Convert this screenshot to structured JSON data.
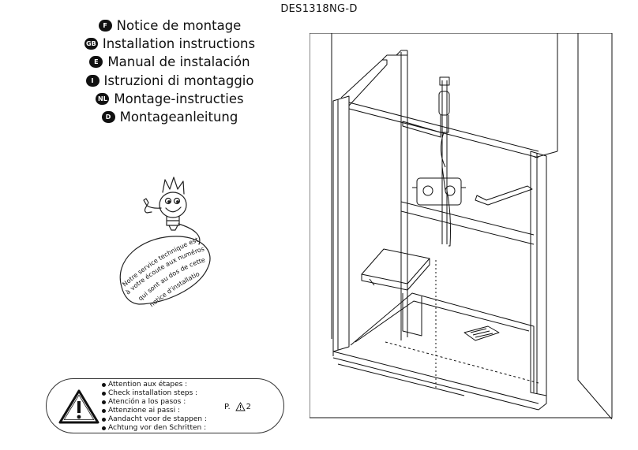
{
  "document": {
    "reference": "DES1318NG-D"
  },
  "titles": [
    {
      "badge": "F",
      "text": "Notice de montage"
    },
    {
      "badge": "GB",
      "text": "Installation instructions"
    },
    {
      "badge": "E",
      "text": "Manual de instalación"
    },
    {
      "badge": "I",
      "text": "Istruzioni di montaggio"
    },
    {
      "badge": "NL",
      "text": "Montage-instructies"
    },
    {
      "badge": "D",
      "text": "Montageanleitung"
    }
  ],
  "mascot": {
    "lines": [
      "Notre service technique est",
      "à votre écoute aux numéros",
      "qui sont au dos de cette",
      "notice d'installation"
    ]
  },
  "warning": {
    "icon": "warning-triangle-icon",
    "items": [
      "Attention aux étapes :",
      "Check installation steps :",
      "Atención a los pasos :",
      "Attenzione ai passi :",
      "Aandacht voor de stappen :",
      "Achtung vor den Schritten :"
    ],
    "page_prefix": "P.",
    "page_number": "2"
  }
}
